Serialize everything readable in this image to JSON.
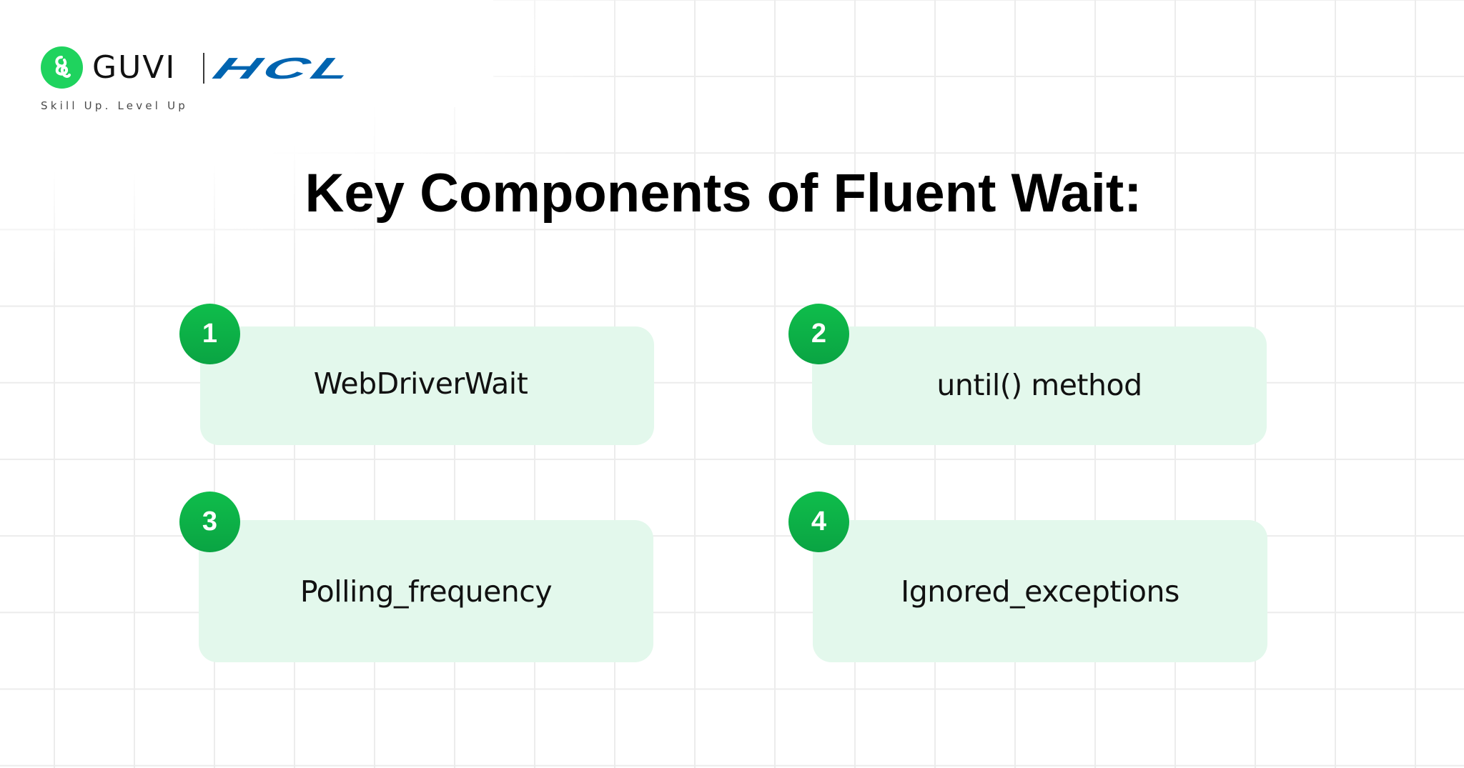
{
  "brand": {
    "guvi_icon": "guvi-logo-icon",
    "guvi_name": "GUVI",
    "partner_name": "HCL",
    "tagline": "Skill Up. Level Up",
    "colors": {
      "guvi_green": "#1fd35e",
      "hcl_blue": "#0064b0"
    }
  },
  "title": "Key Components of Fluent Wait:",
  "colors": {
    "card_background": "#e3f8ec",
    "badge_green": "#0fbd4b",
    "grid_line": "#ececec",
    "text": "#111111"
  },
  "components": [
    {
      "number": "1",
      "label": "WebDriverWait"
    },
    {
      "number": "2",
      "label": "until() method"
    },
    {
      "number": "3",
      "label": "Polling_frequency"
    },
    {
      "number": "4",
      "label": "Ignored_exceptions"
    }
  ]
}
